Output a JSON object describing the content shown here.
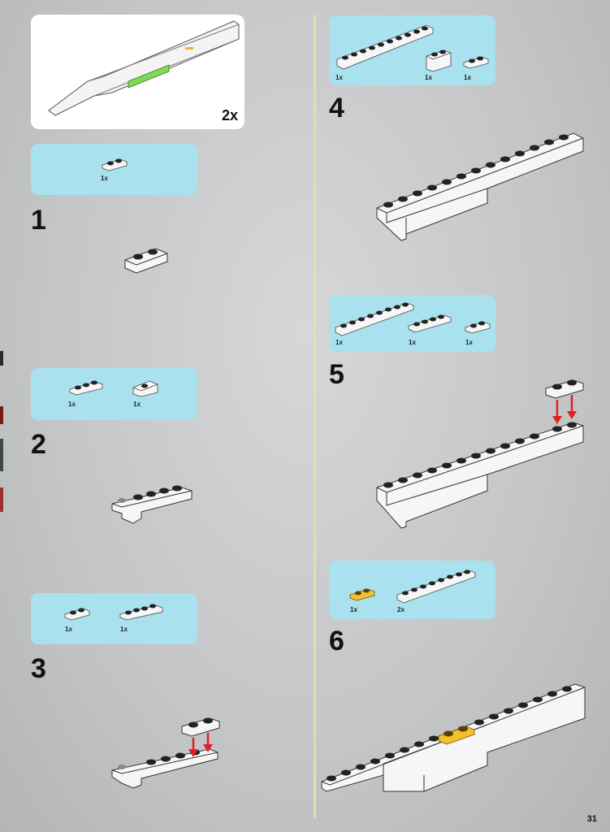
{
  "submodel": {
    "quantity": "2x"
  },
  "steps": [
    {
      "number": "1",
      "parts": [
        {
          "quantity": "1x",
          "shape": "plate-1x2"
        }
      ]
    },
    {
      "number": "2",
      "parts": [
        {
          "quantity": "1x",
          "shape": "plate-1x3"
        },
        {
          "quantity": "1x",
          "shape": "slope-1x2"
        }
      ]
    },
    {
      "number": "3",
      "parts": [
        {
          "quantity": "1x",
          "shape": "plate-1x2"
        },
        {
          "quantity": "1x",
          "shape": "plate-1x4"
        }
      ]
    },
    {
      "number": "4",
      "parts": [
        {
          "quantity": "1x",
          "shape": "plate-1x10"
        },
        {
          "quantity": "1x",
          "shape": "brick-1x2"
        },
        {
          "quantity": "1x",
          "shape": "plate-1x2"
        }
      ]
    },
    {
      "number": "5",
      "parts": [
        {
          "quantity": "1x",
          "shape": "plate-1x8"
        },
        {
          "quantity": "1x",
          "shape": "plate-1x4"
        },
        {
          "quantity": "1x",
          "shape": "plate-1x2"
        }
      ]
    },
    {
      "number": "6",
      "parts": [
        {
          "quantity": "1x",
          "shape": "plate-1x2-yellow"
        },
        {
          "quantity": "2x",
          "shape": "plate-1x8"
        }
      ]
    }
  ],
  "page_number": "31",
  "colors": {
    "callout": "#a9e1ee",
    "arrow": "#e02020",
    "yellow_part": "#f2c12e",
    "submodel_green": "#7ed957"
  }
}
